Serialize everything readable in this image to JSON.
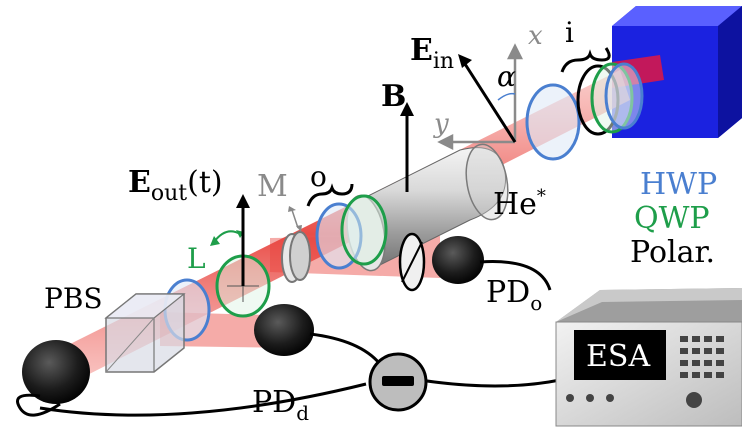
{
  "labels": {
    "e_in_main": "E",
    "e_in_sub": "in",
    "x_axis": "x",
    "y_axis": "y",
    "alpha": "α",
    "input_group": "i",
    "b_field": "B",
    "output_group": "o",
    "e_out_main": "E",
    "e_out_sub": "out",
    "e_out_arg": "(t)",
    "mirror": "M",
    "lens": "L",
    "helium_main": "He",
    "helium_sup": "*",
    "pbs": "PBS",
    "pd_o_main": "PD",
    "pd_o_sub": "o",
    "pd_d_main": "PD",
    "pd_d_sub": "d",
    "esa": "ESA",
    "minus": "−"
  },
  "legend": [
    {
      "label": "HWP",
      "color": "#4a7fd0"
    },
    {
      "label": "QWP",
      "color": "#1e9e4a"
    },
    {
      "label": "Polar.",
      "color": "#000000"
    }
  ],
  "colors": {
    "laser": "#e8443e",
    "source_box": "#1b22e0",
    "hwp": "#4a7fd0",
    "qwp": "#1e9e4a",
    "polarizer": "#000000",
    "axes": "#8a8a8a"
  }
}
